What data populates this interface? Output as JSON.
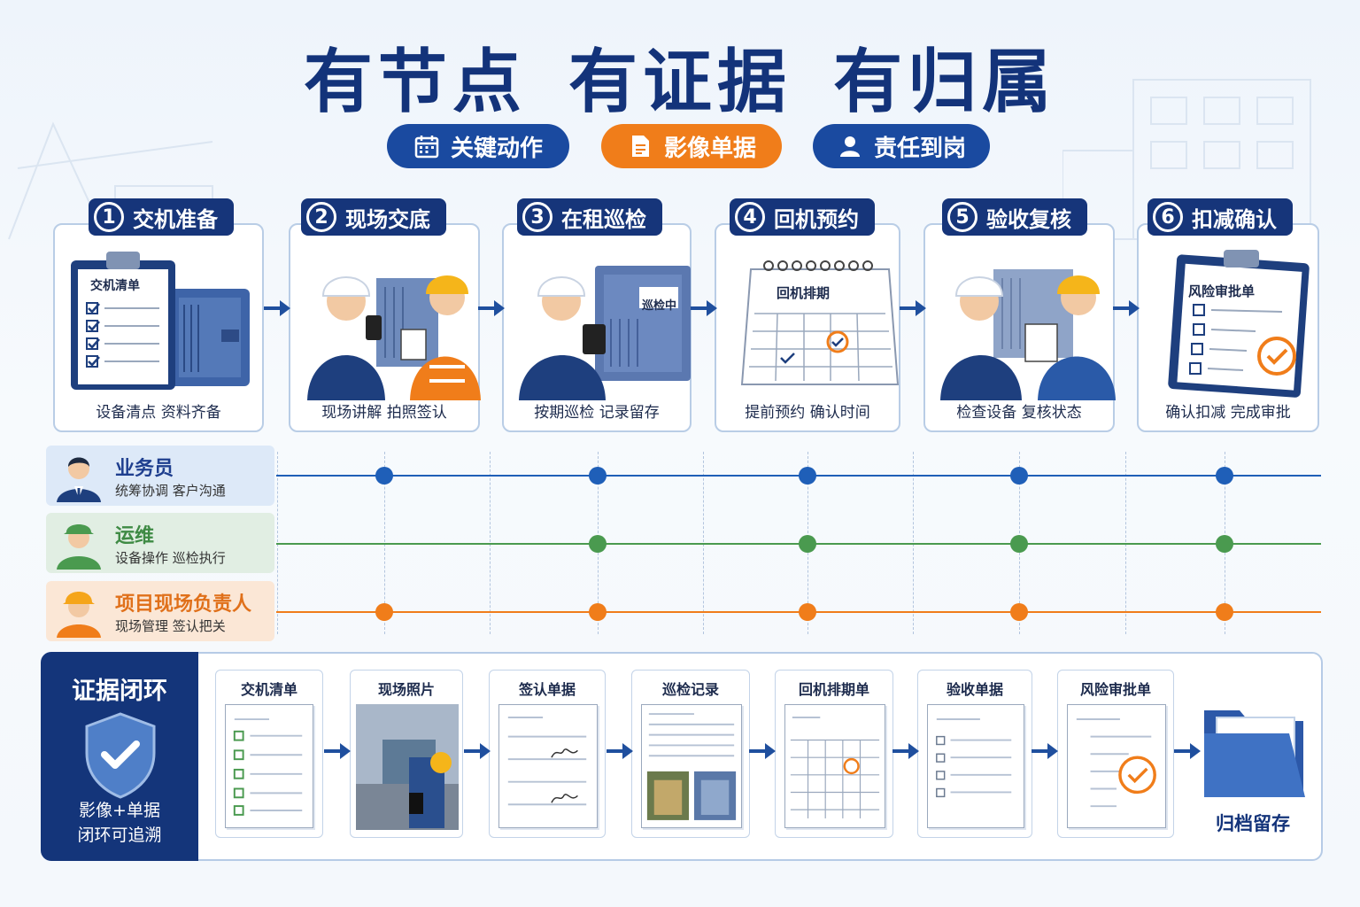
{
  "title": "有节点 有证据 有归属",
  "pills": [
    {
      "label": "关键动作",
      "icon": "calendar-icon",
      "color": "#1a4aa0"
    },
    {
      "label": "影像单据",
      "icon": "document-icon",
      "color": "#f07d1a"
    },
    {
      "label": "责任到岗",
      "icon": "person-icon",
      "color": "#1a4aa0"
    }
  ],
  "steps": [
    {
      "num": "1",
      "title": "交机准备",
      "caption": "设备清点  资料齐备",
      "art_label": "交机清单"
    },
    {
      "num": "2",
      "title": "现场交底",
      "caption": "现场讲解  拍照签认"
    },
    {
      "num": "3",
      "title": "在租巡检",
      "caption": "按期巡检  记录留存",
      "art_label": "巡检中"
    },
    {
      "num": "4",
      "title": "回机预约",
      "caption": "提前预约  确认时间",
      "art_label": "回机排期"
    },
    {
      "num": "5",
      "title": "验收复核",
      "caption": "检查设备  复核状态"
    },
    {
      "num": "6",
      "title": "扣减确认",
      "caption": "确认扣减  完成审批",
      "art_label": "风险审批单"
    }
  ],
  "roles": [
    {
      "name": "业务员",
      "desc": "统筹协调  客户沟通",
      "color": "#1f5fb8",
      "bg": "#dde9f8",
      "steps": [
        1,
        2,
        3,
        4,
        5
      ]
    },
    {
      "name": "运维",
      "desc": "设备操作  巡检执行",
      "color": "#4a9a4f",
      "bg": "#e1eee3",
      "steps": [
        2,
        3,
        4,
        5
      ]
    },
    {
      "name": "项目现场负责人",
      "desc": "现场管理  签认把关",
      "color": "#f07d1a",
      "bg": "#fbe7d6",
      "steps": [
        1,
        2,
        3,
        4,
        5
      ]
    }
  ],
  "evidence": {
    "title": "证据闭环",
    "subtitle_1": "影像+单据",
    "subtitle_2": "闭环可追溯",
    "docs": [
      "交机清单",
      "现场照片",
      "签认单据",
      "巡检记录",
      "回机排期单",
      "验收单据",
      "风险审批单"
    ],
    "archive_label": "归档留存"
  }
}
